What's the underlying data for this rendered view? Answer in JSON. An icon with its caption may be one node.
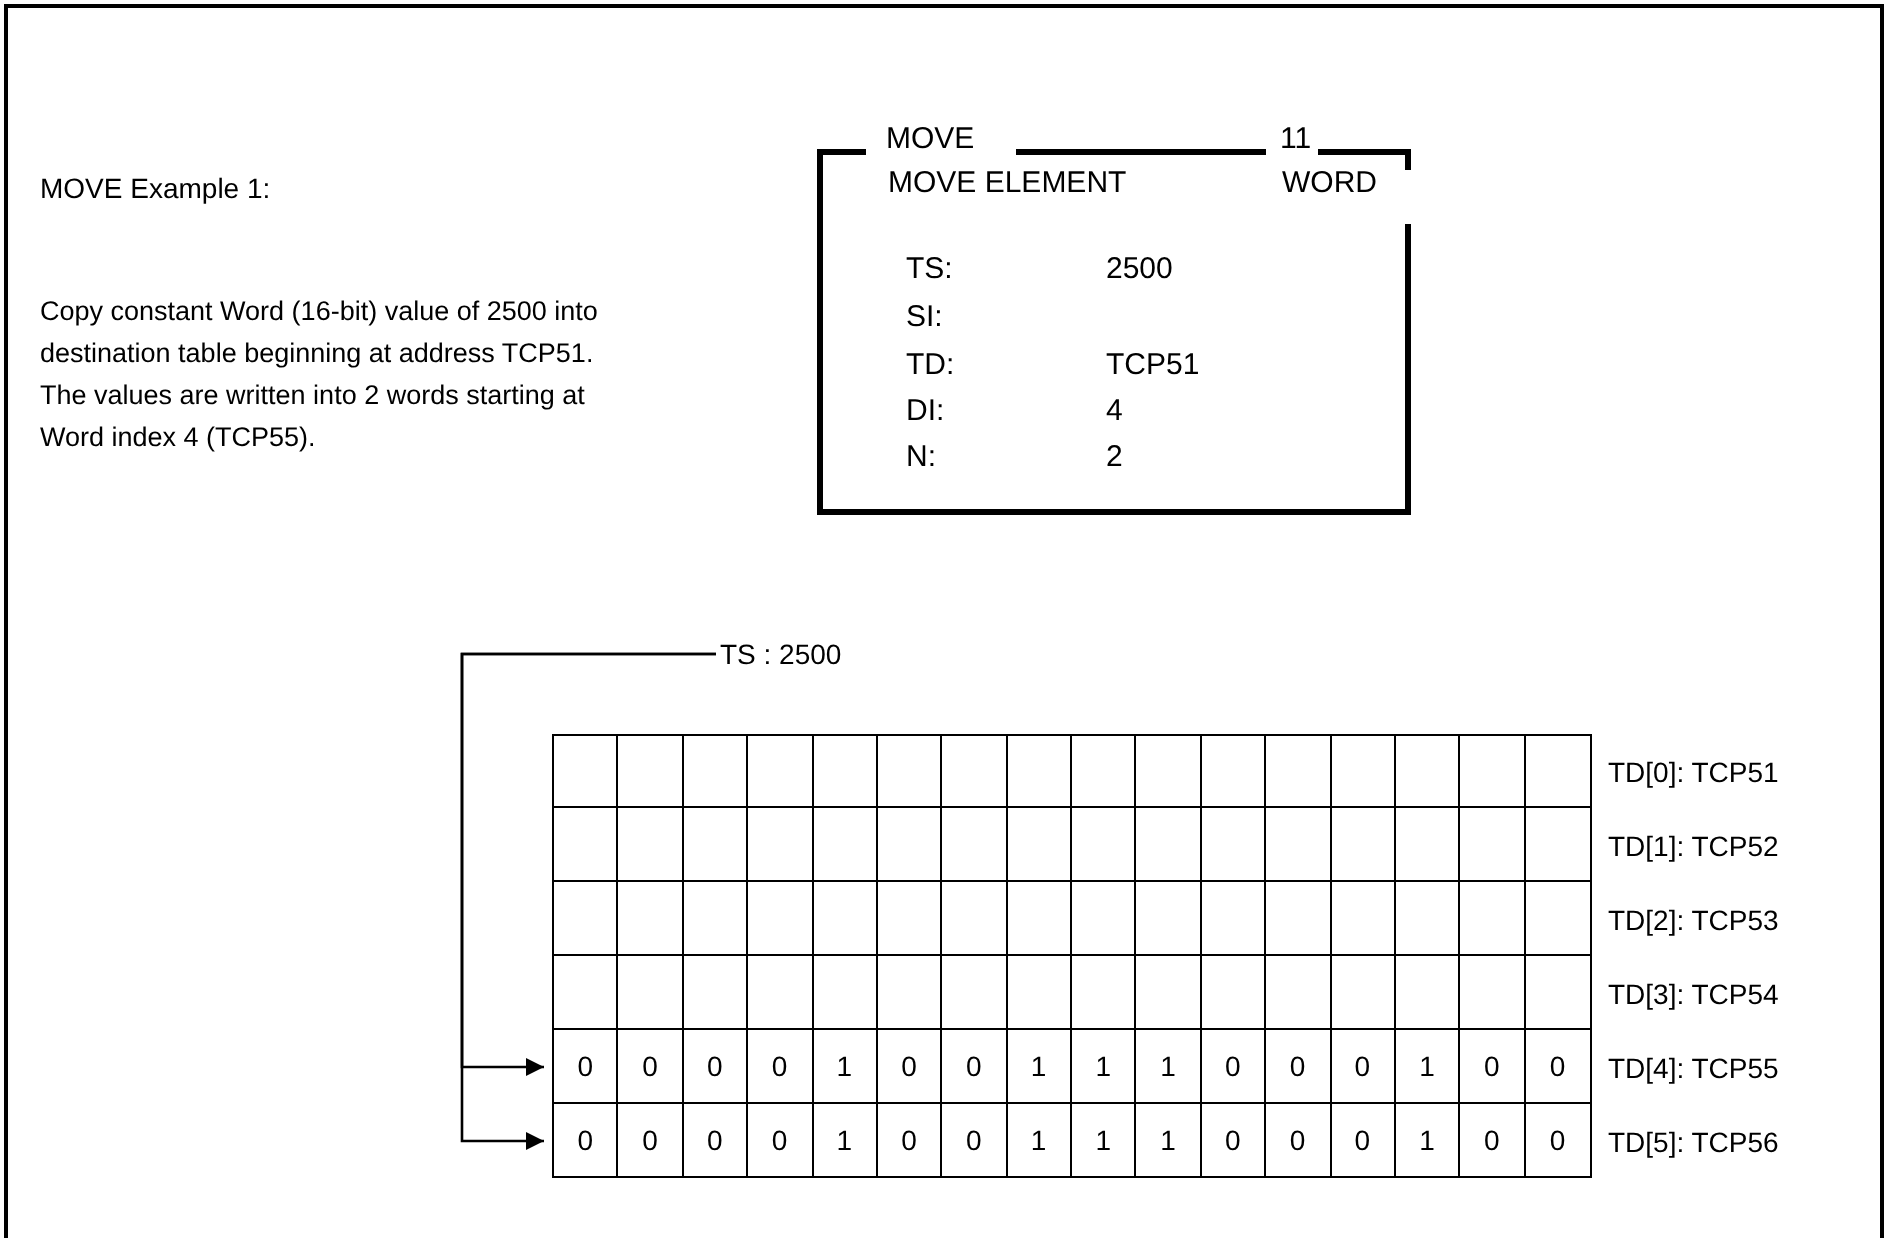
{
  "diagram": {
    "nodes": [
      {
        "text": [
          "MOVE",
          "11",
          "MOVE ELEMENT",
          "WORD",
          "TS:",
          "2500",
          "SI:",
          "TD:",
          "TCP51",
          "DI:",
          "4",
          "N:",
          "2"
        ]
      },
      {
        "text": [
          "TS : 2500"
        ]
      },
      {
        "text": [],
        "shape": "box",
        "beside": [
          "TD[0]: TCP51"
        ]
      },
      {
        "text": [],
        "shape": "box",
        "beside": [
          "TD[1]: TCP52"
        ]
      },
      {
        "text": [],
        "shape": "box",
        "beside": [
          "TD[2]: TCP53"
        ]
      },
      {
        "text": [],
        "shape": "box",
        "beside": [
          "TD[3]: TCP54"
        ]
      },
      {
        "text": [
          "0",
          "0",
          "0",
          "0",
          "1",
          "0",
          "0",
          "1",
          "1",
          "1",
          "0",
          "0",
          "0",
          "1",
          "0",
          "0"
        ],
        "beside": [
          "TD[4]: TCP55"
        ]
      },
      {
        "text": [
          "0",
          "0",
          "0",
          "0",
          "1",
          "0",
          "0",
          "1",
          "1",
          "1",
          "0",
          "0",
          "0",
          "1",
          "0",
          "0"
        ],
        "beside": [
          "TD[5]: TCP56"
        ]
      }
    ],
    "edges": [
      {
        "from": 1,
        "to": 6,
        "arrow": "to"
      },
      {
        "from": 1,
        "to": 7,
        "arrow": "to"
      }
    ],
    "labels": [
      "MOVE Example 1:",
      "Copy constant Word (16-bit) value of 2500 into destination table beginning at address TCP51. The values are written into 2 words starting at Word index 4 (TCP55)."
    ]
  }
}
